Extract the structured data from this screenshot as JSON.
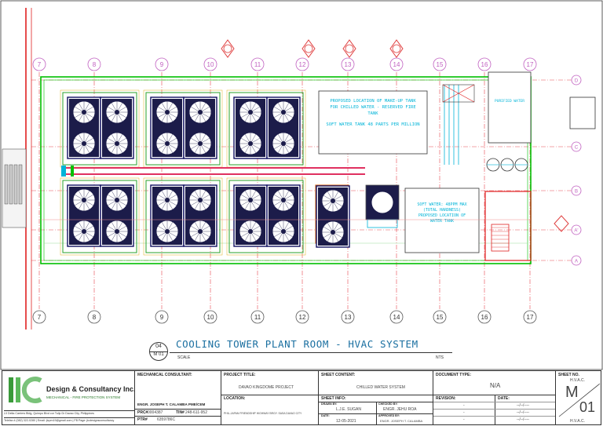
{
  "drawing": {
    "grid_columns": [
      "7",
      "8",
      "9",
      "10",
      "11",
      "12",
      "13",
      "14",
      "15",
      "16",
      "17"
    ],
    "grid_rows": [
      "D",
      "C",
      "B",
      "A'",
      "A"
    ],
    "note_makeup_tank": "PROPOSED LOCATION OF MAKE-UP TANK FOR CHILLED WATER - RESERVED FIRE TANK",
    "note_soft_water_parts": "SOFT WATER TANK 48 PARTS PER MILLION",
    "note_soft_water_max": "SOFT WATER: 48PPM MAX (TOTAL HARDNESS) PROPOSED LOCATION OF WATER TANK",
    "note_upper_right": "PURIFIED WATER",
    "title": "COOLING TOWER PLANT ROOM - HVAC SYSTEM",
    "detail_number": "04",
    "detail_sheet": "M 01",
    "scale_label": "SCALE",
    "scale_value": "NTS"
  },
  "titleblock": {
    "company_name": "Design & Consultancy Inc.",
    "company_sub": "MECHANICAL - FIRE PROTECTION SYSTEM",
    "address": "L/I Delta Carriers Bldg, Quimpo Blvd cor Tulip Dr Davao City, Philippines",
    "contact": "Telefax # (082) 322-0280 | Email: jtcpm19@gmail.com | FB Page: jtcdesignsconsultancy",
    "mech_consultant_label": "MECHANICAL CONSULTANT:",
    "engineer_name": "ENGR. JOSEPH T. CALAMBA PME/CEM",
    "prc_label": "PRC#",
    "prc_value": "0004387",
    "tin_label": "TIN#",
    "tin_value": "248-611-952",
    "ptr_label": "PTR#",
    "ptr_value": "6359786C",
    "project_title_label": "PROJECT TITLE:",
    "project_title": "DAVAO KINGDOME PROJECT",
    "location_label": "LOCATION:",
    "location": "PHIL-JAPAN FRIENDSHIP HIGHWAY BRGY. SASA DAVAO CITY",
    "sheet_content_label": "SHEET CONTENT:",
    "sheet_content": "CHILLED WATER SYSTEM",
    "sheet_info_label": "SHEET INFO:",
    "drawn_label": "DRAWN BY:",
    "drawn_by": "L.J.E. SUGAN",
    "checked_label": "CHECKED BY:",
    "checked_by": "ENGR. JEHU ROA",
    "date_label": "DATE:",
    "date_value": "12-05-2021",
    "approved_label": "APPROVED BY:",
    "approved_by": "ENGR. JOSEPH T. CALAMBA",
    "document_type_label": "DOCUMENT TYPE:",
    "document_type": "N/A",
    "revision_label": "REVISION:",
    "date2_label": "DATE:",
    "revision_rows": [
      "-",
      "-",
      "-"
    ],
    "date_rows": [
      "--/--/----",
      "--/--/----",
      "--/--/----"
    ],
    "sheet_no_label": "SHEET NO.",
    "sheet_series_top": "H.V.A.C.",
    "sheet_letter": "M",
    "sheet_number": "01",
    "sheet_series_bottom": "H.V.A.C."
  },
  "colors": {
    "grid_line": "#e0202a",
    "grid_bubble": "#c060c0",
    "wall": "#00c000",
    "tower": "#101060",
    "cyan": "#00b4d8",
    "title_blue": "#1a6fa0"
  }
}
